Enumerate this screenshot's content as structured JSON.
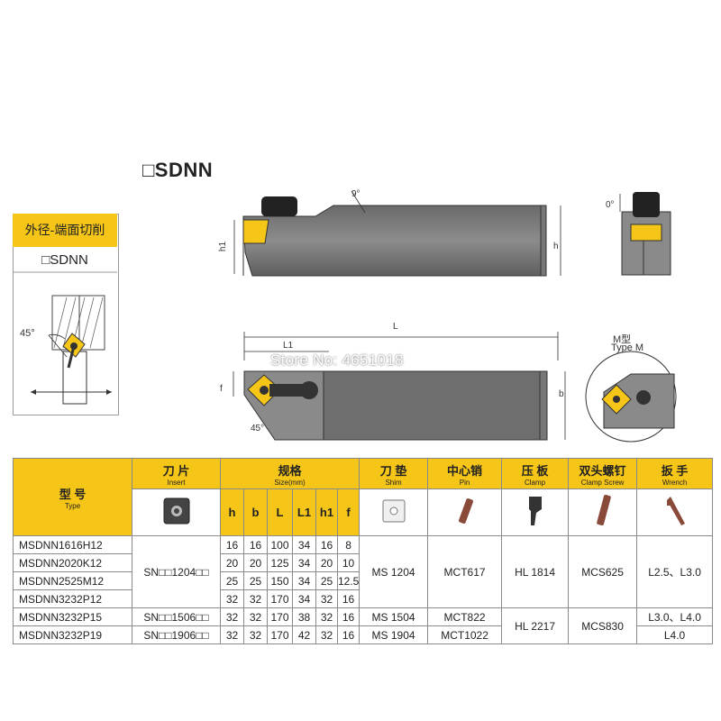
{
  "title": "□SDNN",
  "side_panel": {
    "header": "外径-端面切削",
    "subtitle": "□SDNN",
    "angle": "45°"
  },
  "drawings": {
    "top_angle": "9°",
    "end_angle": "0°",
    "h1": "h1",
    "h": "h",
    "L": "L",
    "L1": "L1",
    "f": "f",
    "b": "b",
    "bottom_angle": "45°",
    "detail_label_cn": "M型",
    "detail_label_en": "Type M"
  },
  "watermark": "Store No: 4651018",
  "table": {
    "headers": {
      "model": {
        "cn": "型  号",
        "en": "Type"
      },
      "insert": {
        "cn": "刀  片",
        "en": "Insert"
      },
      "size": {
        "cn": "规格",
        "en": "Size(mm)"
      },
      "shim": {
        "cn": "刀  垫",
        "en": "Shim"
      },
      "pin": {
        "cn": "中心销",
        "en": "Pin"
      },
      "clamp": {
        "cn": "压  板",
        "en": "Clamp"
      },
      "screw": {
        "cn": "双头螺钉",
        "en": "Clamp Screw"
      },
      "wrench": {
        "cn": "扳  手",
        "en": "Wrench"
      }
    },
    "size_cols": [
      "h",
      "b",
      "L",
      "L1",
      "h1",
      "f"
    ],
    "rows": [
      {
        "model": "MSDNN1616H12",
        "h": "16",
        "b": "16",
        "L": "100",
        "L1": "34",
        "h1": "16",
        "f": "8"
      },
      {
        "model": "MSDNN2020K12",
        "h": "20",
        "b": "20",
        "L": "125",
        "L1": "34",
        "h1": "20",
        "f": "10"
      },
      {
        "model": "MSDNN2525M12",
        "h": "25",
        "b": "25",
        "L": "150",
        "L1": "34",
        "h1": "25",
        "f": "12.5"
      },
      {
        "model": "MSDNN3232P12",
        "h": "32",
        "b": "32",
        "L": "170",
        "L1": "34",
        "h1": "32",
        "f": "16"
      },
      {
        "model": "MSDNN3232P15",
        "h": "32",
        "b": "32",
        "L": "170",
        "L1": "38",
        "h1": "32",
        "f": "16"
      },
      {
        "model": "MSDNN3232P19",
        "h": "32",
        "b": "32",
        "L": "170",
        "L1": "42",
        "h1": "32",
        "f": "16"
      }
    ],
    "insert_groups": [
      "SN□□1204□□",
      "SN□□1506□□",
      "SN□□1906□□"
    ],
    "shim_groups": [
      "MS 1204",
      "MS 1504",
      "MS 1904"
    ],
    "pin_groups": [
      "MCT617",
      "MCT822",
      "MCT1022"
    ],
    "clamp_groups": [
      "HL 1814",
      "HL 2217"
    ],
    "screw_groups": [
      "MCS625",
      "MCS830"
    ],
    "wrench_groups": [
      "L2.5、L3.0",
      "L3.0、L4.0",
      "L4.0"
    ]
  }
}
